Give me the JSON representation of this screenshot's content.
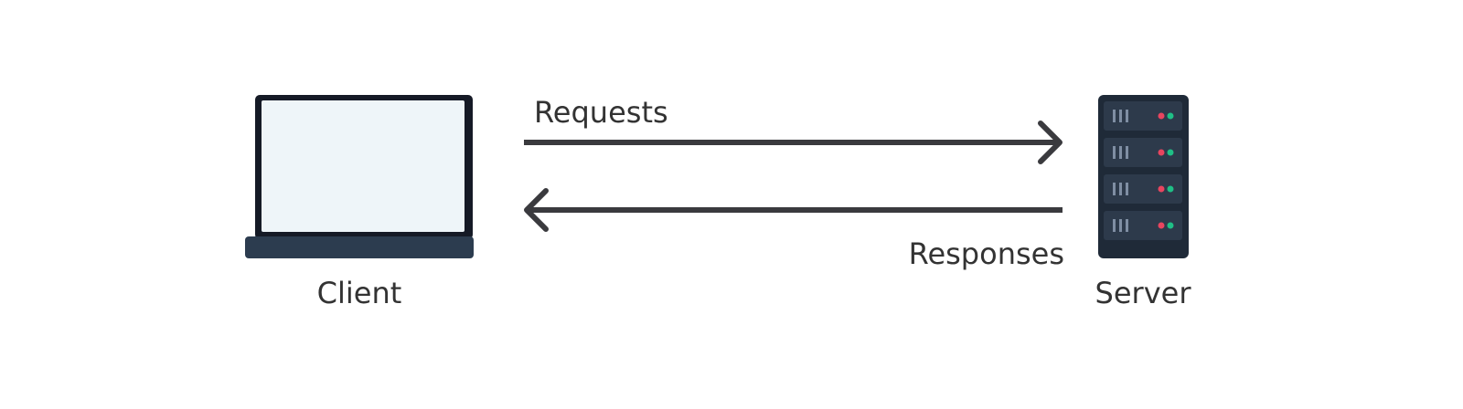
{
  "diagram": {
    "client_label": "Client",
    "server_label": "Server",
    "requests_label": "Requests",
    "responses_label": "Responses"
  },
  "icons": {
    "client": "laptop-icon",
    "server": "server-rack-icon"
  },
  "colors": {
    "text": "#333333",
    "arrow": "#3a3a3e",
    "laptop_frame": "#151a26",
    "laptop_screen": "#eef5f9",
    "laptop_base": "#2c3c4f",
    "server_body": "#1f2a38",
    "server_slot": "#2d3a4b",
    "server_vent": "#7f8ea3",
    "led_red": "#e8455f",
    "led_green": "#1fbf86"
  }
}
